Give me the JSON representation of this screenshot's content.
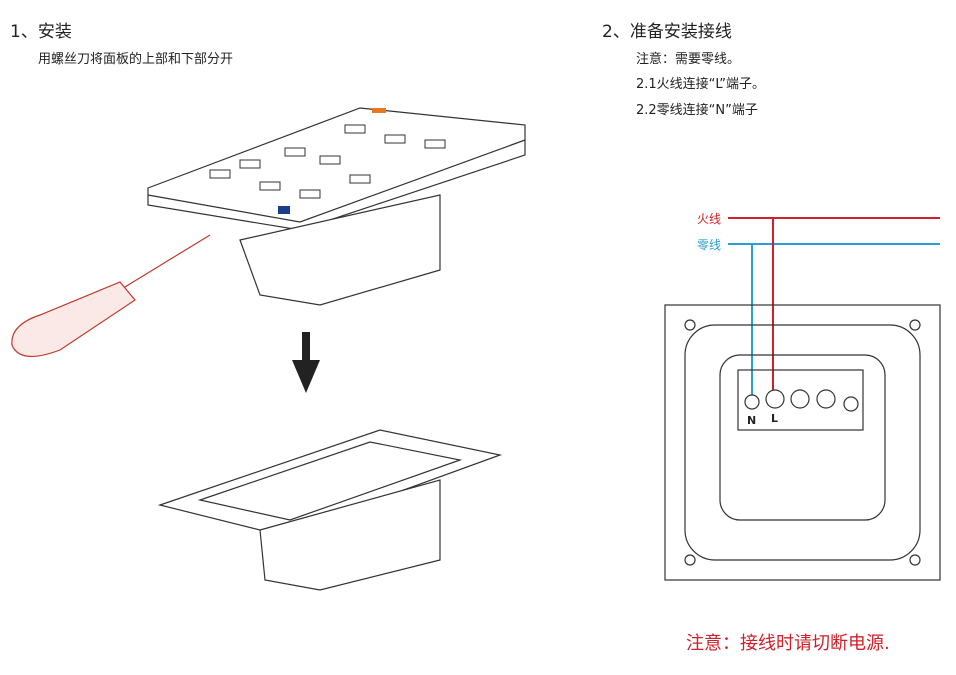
{
  "step1": {
    "title": "1、安装",
    "desc": "用螺丝刀将面板的上部和下部分开"
  },
  "step2": {
    "title": "2、准备安装接线",
    "notes": [
      "注意：需要零线。",
      "2.1火线连接“L”端子。",
      "2.2零线连接“N”端子"
    ]
  },
  "wiring": {
    "live_label": "火线",
    "neutral_label": "零线",
    "terminal_n": "N",
    "terminal_l": "L",
    "live_color": "#d0202a",
    "neutral_color": "#2a9fd0"
  },
  "warning": "注意：接线时请切断电源."
}
